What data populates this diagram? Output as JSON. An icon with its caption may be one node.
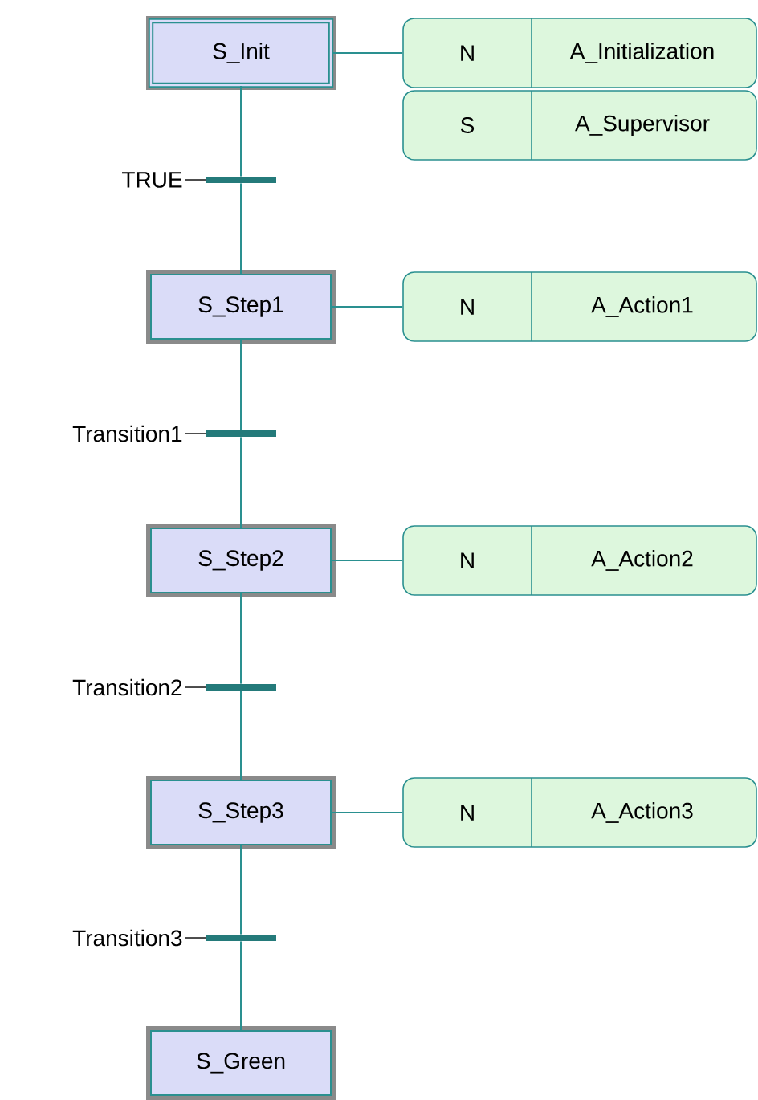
{
  "diagram": {
    "nodes": [
      {
        "text": [
          "S_Init"
        ]
      },
      {
        "text": [
          "N",
          "A_Initialization"
        ]
      },
      {
        "text": [
          "S",
          "A_Supervisor"
        ]
      },
      {
        "text": [],
        "shape": "bar",
        "beside": [
          "TRUE"
        ]
      },
      {
        "text": [
          "S_Step1"
        ]
      },
      {
        "text": [
          "N",
          "A_Action1"
        ]
      },
      {
        "text": [],
        "shape": "bar",
        "beside": [
          "Transition1"
        ]
      },
      {
        "text": [
          "S_Step2"
        ]
      },
      {
        "text": [
          "N",
          "A_Action2"
        ]
      },
      {
        "text": [],
        "shape": "bar",
        "beside": [
          "Transition2"
        ]
      },
      {
        "text": [
          "S_Step3"
        ]
      },
      {
        "text": [
          "N",
          "A_Action3"
        ]
      },
      {
        "text": [],
        "shape": "bar",
        "beside": [
          "Transition3"
        ]
      },
      {
        "text": [
          "S_Green"
        ]
      }
    ],
    "edges": [
      {
        "from": 0,
        "to": 1,
        "arrow": "none"
      },
      {
        "from": 0,
        "to": 3,
        "arrow": "none"
      },
      {
        "from": 3,
        "to": 4,
        "arrow": "none"
      },
      {
        "from": 4,
        "to": 5,
        "arrow": "none"
      },
      {
        "from": 4,
        "to": 6,
        "arrow": "none"
      },
      {
        "from": 6,
        "to": 7,
        "arrow": "none"
      },
      {
        "from": 7,
        "to": 8,
        "arrow": "none"
      },
      {
        "from": 7,
        "to": 9,
        "arrow": "none"
      },
      {
        "from": 9,
        "to": 10,
        "arrow": "none"
      },
      {
        "from": 10,
        "to": 11,
        "arrow": "none"
      },
      {
        "from": 10,
        "to": 12,
        "arrow": "none"
      },
      {
        "from": 12,
        "to": 13,
        "arrow": "none"
      }
    ]
  }
}
